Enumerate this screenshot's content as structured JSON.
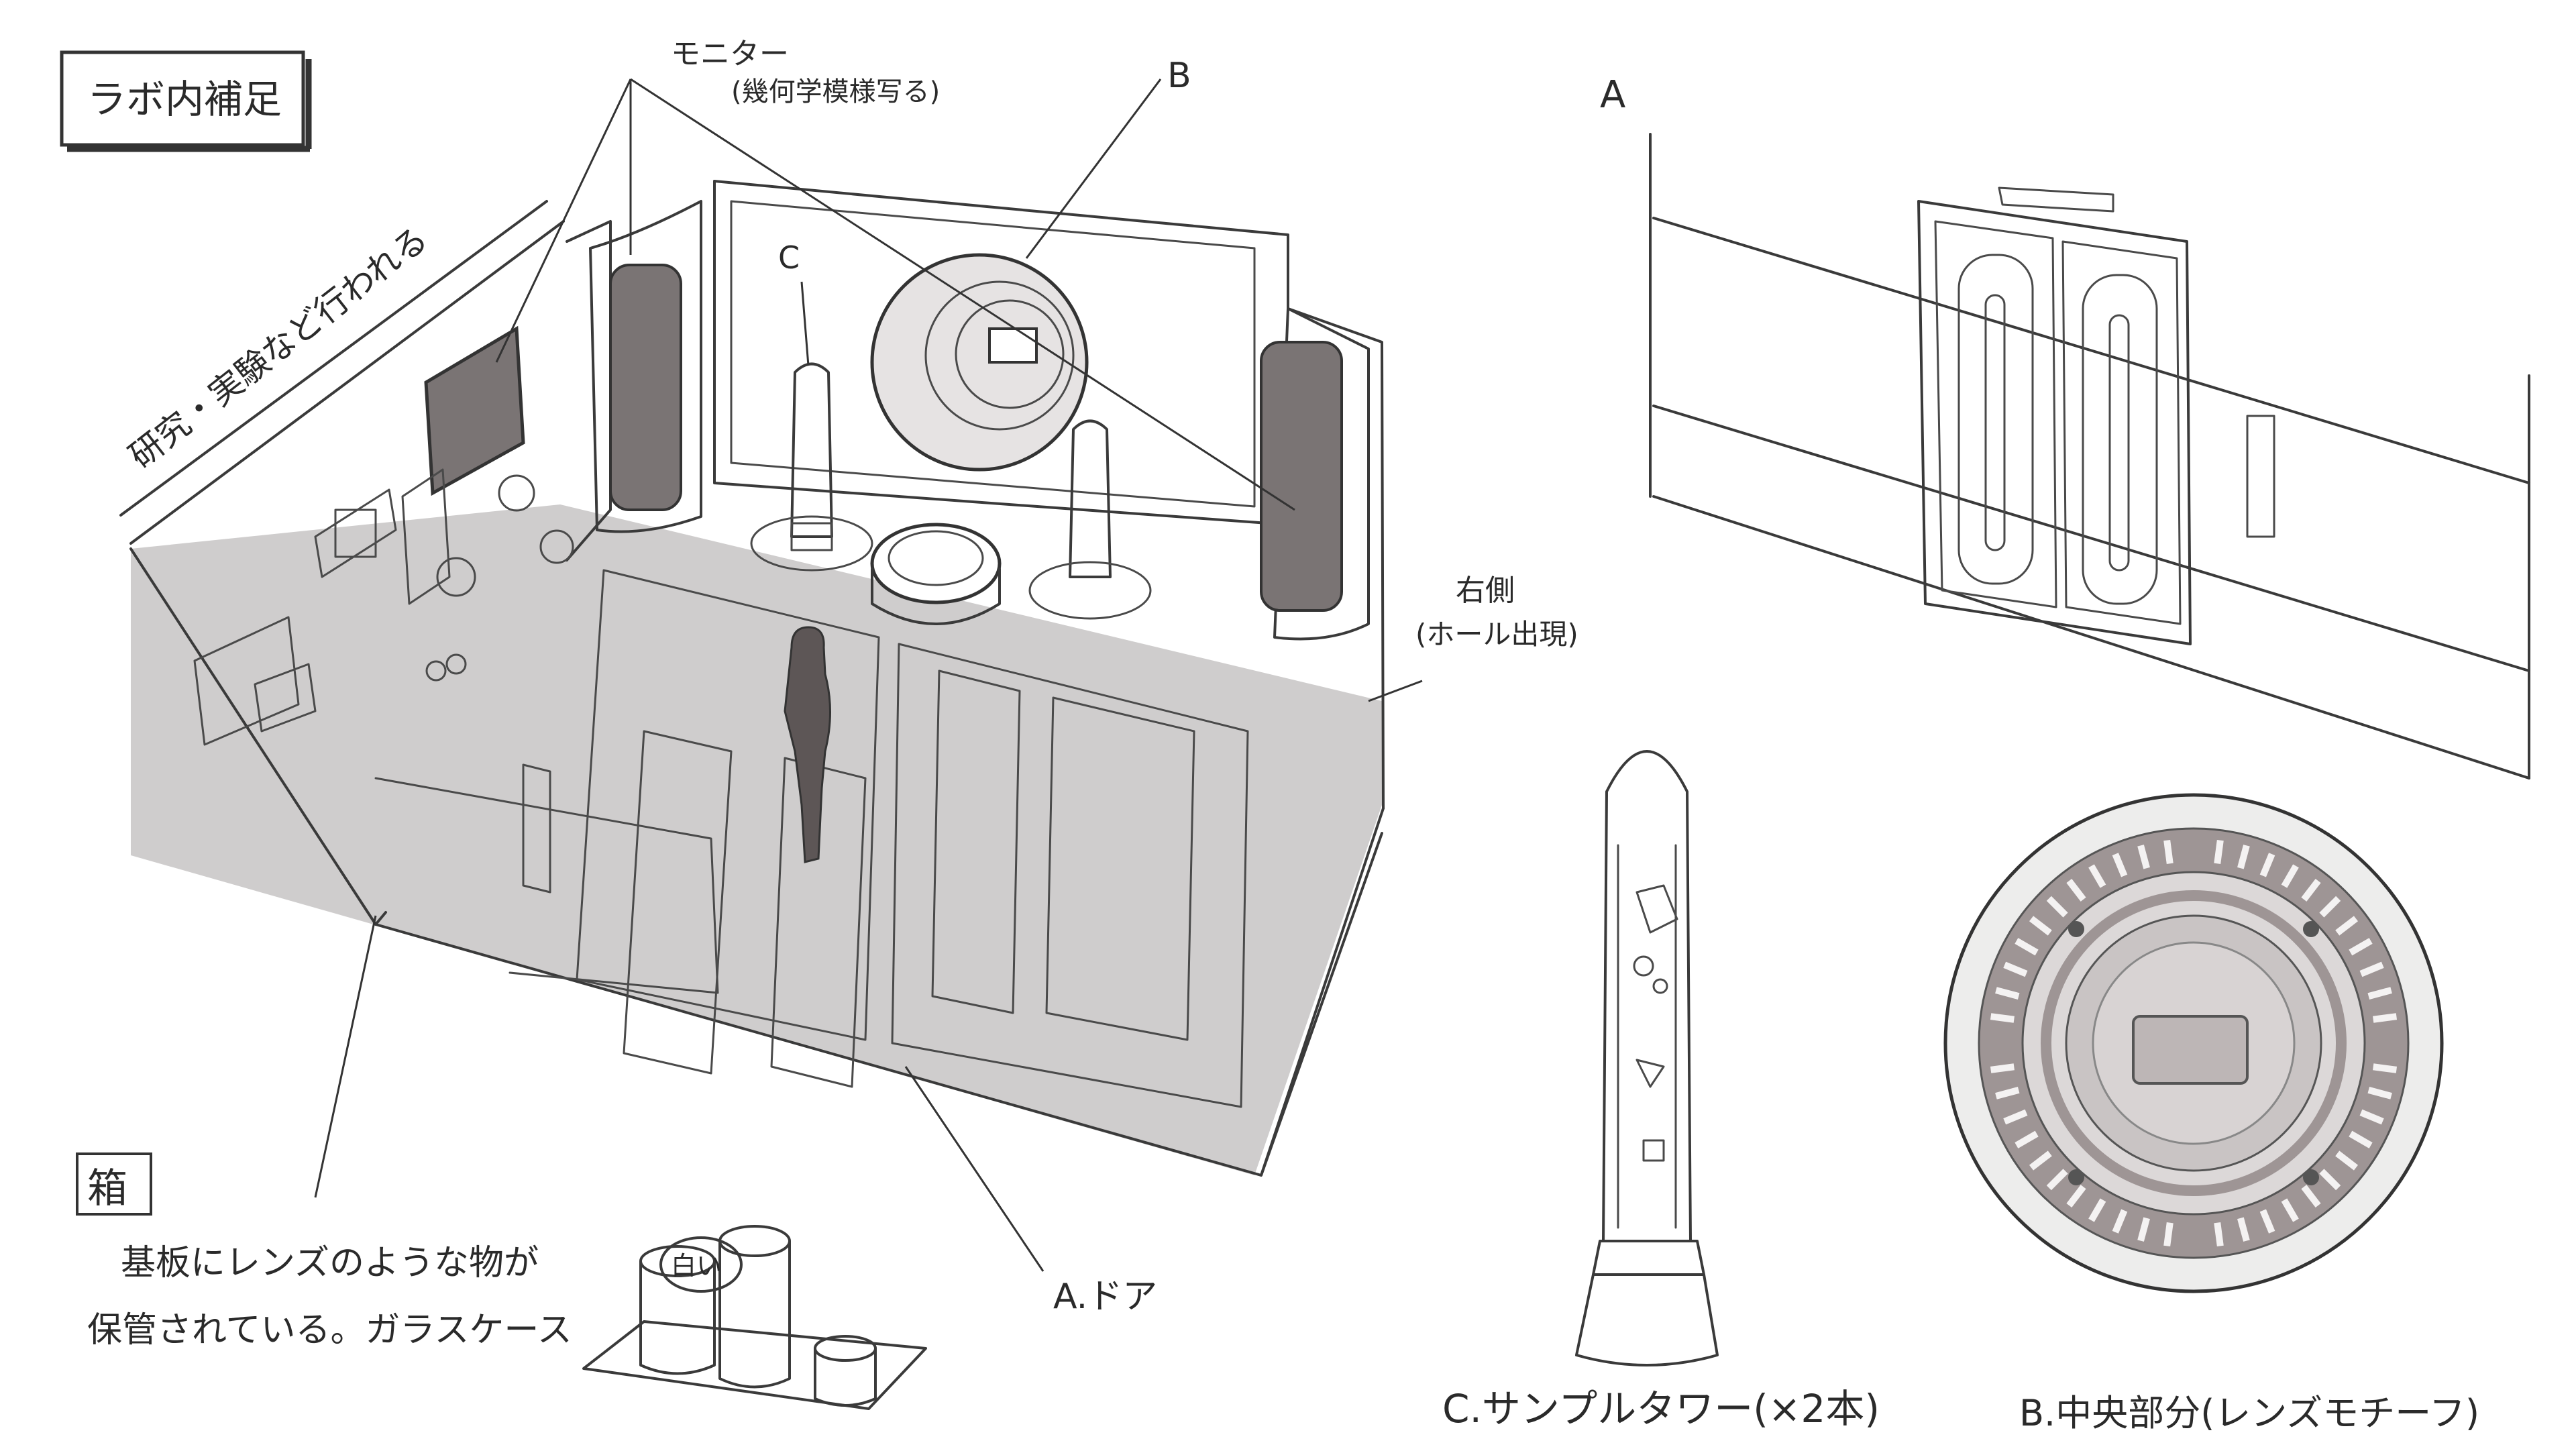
{
  "title": "ラボ内補足",
  "labels": {
    "monitor": "モニター",
    "monitor_note": "(幾何学模様写る)",
    "research": "研究・実験など行われる",
    "right_side": "右側",
    "right_side_note": "(ホール出現)",
    "callout_a": "A",
    "callout_b": "B",
    "callout_c": "C",
    "door": "A.ドア",
    "box_tag": "箱",
    "box_note_1": "基板にレンズのような物が",
    "box_note_2": "保管されている。ガラスケース",
    "white": "白い",
    "tower_caption": "C.サンプルタワー(×2本)",
    "center_caption": "B.中央部分(レンズモチーフ)"
  },
  "colors": {
    "ink": "#3a3a3a",
    "floor_shade": "#cfcdcd",
    "panel_dark": "#7a7474",
    "lens_ring": "#9e9595",
    "lens_inner": "#c9c4c4"
  }
}
